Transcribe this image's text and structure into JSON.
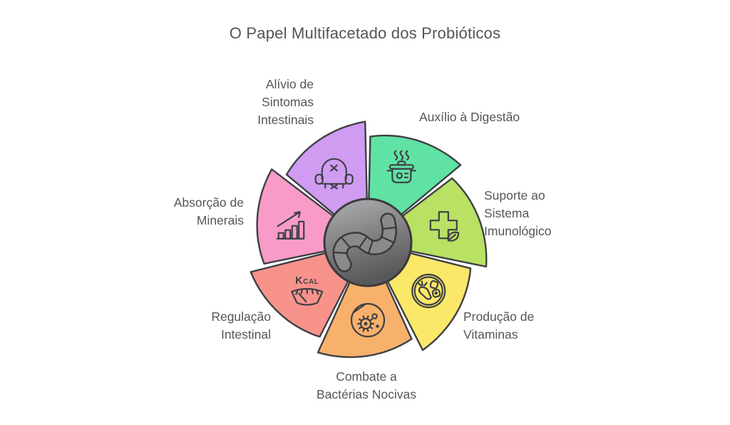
{
  "title": "O Papel Multifacetado dos Probióticos",
  "wheel": {
    "center_icon": "probiotic-worm-icon",
    "segments": [
      {
        "id": "auxilio-digestao",
        "label": "Auxílio à Digestão",
        "color": "#5fe2a3",
        "icon": "cooking-pot-icon"
      },
      {
        "id": "suporte-imunologico",
        "label": "Suporte ao\nSistema\nImunológico",
        "color": "#b9e164",
        "icon": "medical-cross-leaf-icon"
      },
      {
        "id": "producao-vitaminas",
        "label": "Produção de\nVitaminas",
        "color": "#fbe869",
        "icon": "vitamins-carrot-icon"
      },
      {
        "id": "combate-bacterias",
        "label": "Combate a\nBactérias Nocivas",
        "color": "#f8b16b",
        "icon": "petri-dish-bacteria-icon"
      },
      {
        "id": "regulacao-intestinal",
        "label": "Regulação\nIntestinal",
        "color": "#f8938c",
        "icon": "kcal-gauge-icon",
        "icon_text": "Kcal"
      },
      {
        "id": "absorcao-minerais",
        "label": "Absorção de\nMinerais",
        "color": "#f99bc9",
        "icon": "growth-chart-icon"
      },
      {
        "id": "alivio-sintomas",
        "label": "Alívio de\nSintomas\nIntestinais",
        "color": "#cf9cf2",
        "icon": "armchair-icon"
      }
    ]
  },
  "colors": {
    "background": "#ffffff",
    "outline": "#3f4045",
    "label_text": "#55565a",
    "center_fill_top": "#b0b0b2",
    "center_fill_bottom": "#58585a",
    "center_border": "#3a3a3c",
    "worm_fill": "#8a8a8c"
  }
}
